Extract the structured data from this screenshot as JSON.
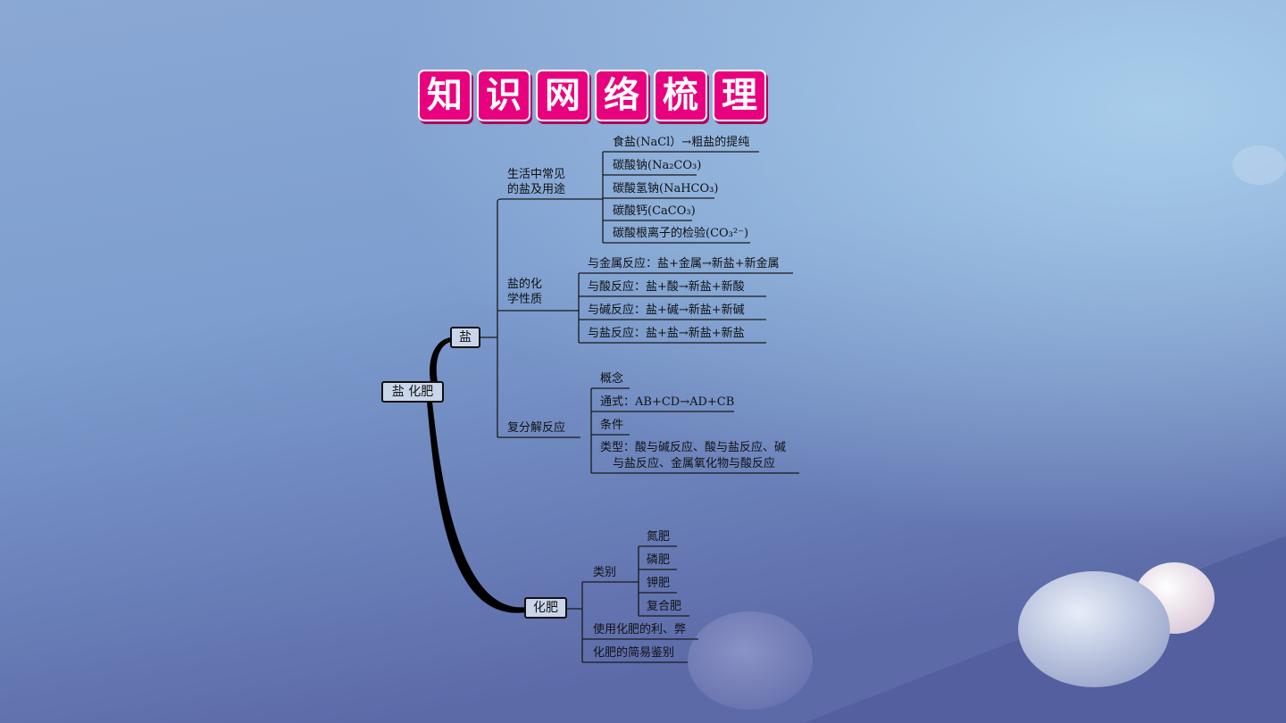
{
  "title": [
    "知",
    "识",
    "网",
    "络",
    "梳",
    "理"
  ],
  "root": "盐  化肥",
  "salt": {
    "label": "盐",
    "common": {
      "label_line1": "生活中常见",
      "label_line2": "的盐及用途",
      "items": [
        "食盐(NaCl）→粗盐的提纯",
        "碳酸钠(Na₂CO₃)",
        "碳酸氢钠(NaHCO₃)",
        "碳酸钙(CaCO₃)",
        "碳酸根离子的检验(CO₃²⁻)"
      ]
    },
    "chemical": {
      "label_line1": "盐的化",
      "label_line2": "学性质",
      "items": [
        "与金属反应：盐+金属→新盐+新金属",
        "与酸反应：盐+酸→新盐+新酸",
        "与碱反应：盐+碱→新盐+新碱",
        "与盐反应：盐+盐→新盐+新盐"
      ]
    },
    "double": {
      "label": "复分解反应",
      "items": [
        "概念",
        "通式：AB+CD→AD+CB",
        "条件",
        "类型：酸与碱反应、酸与盐反应、碱",
        "与盐反应、金属氧化物与酸反应"
      ]
    }
  },
  "fertilizer": {
    "label": "化肥",
    "category": {
      "label": "类别",
      "items": [
        "氮肥",
        "磷肥",
        "钾肥",
        "复合肥"
      ]
    },
    "items": [
      "使用化肥的利、弊",
      "化肥的简易鉴别"
    ]
  }
}
